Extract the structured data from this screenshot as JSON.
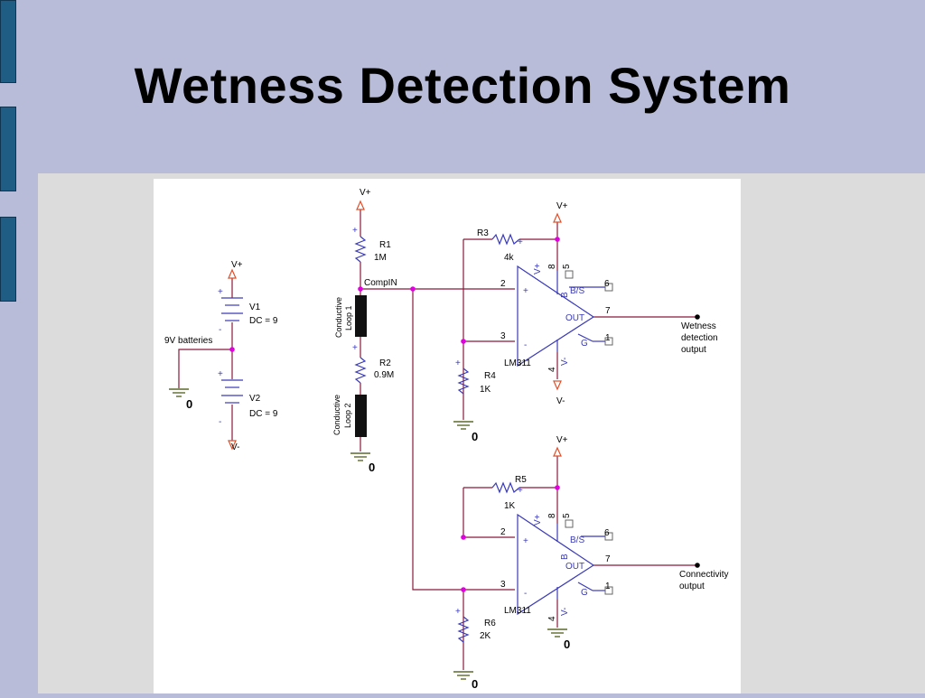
{
  "slide": {
    "title": "Wetness Detection System"
  },
  "colors": {
    "wire": "#8b1a3a",
    "part": "#3a3ab8",
    "junction": "#e000e0",
    "ground": "#5a6a2a",
    "label": "#000000"
  },
  "schematic": {
    "labels": {
      "vplus": "V+",
      "vminus": "V-",
      "plus": "+",
      "minus": "-",
      "zero": "0",
      "v1": "V1",
      "v1_dc": "DC = 9",
      "v2": "V2",
      "v2_dc": "DC = 9",
      "batteries": "9V batteries",
      "r1": "R1",
      "r1_val": "1M",
      "compin": "CompIN",
      "loop1_a": "Conductive",
      "loop1_b": "Loop 1",
      "r2": "R2",
      "r2_val": "0.9M",
      "loop2_a": "Conductive",
      "loop2_b": "Loop 2",
      "r3": "R3",
      "r3_val": "4k",
      "r4": "R4",
      "r4_val": "1K",
      "r5": "R5",
      "r5_val": "1K",
      "r6": "R6",
      "r6_val": "2K",
      "chip": "LM311",
      "bs": "B/S",
      "out": "OUT",
      "g": "G",
      "b": "B",
      "pin2": "2",
      "pin3": "3",
      "pin4": "4",
      "pin5": "5",
      "pin6": "6",
      "pin7": "7",
      "pin8": "8",
      "pin1": "1",
      "wet_a": "Wetness",
      "wet_b": "detection",
      "wet_c": "output",
      "con_a": "Connectivity",
      "con_b": "output"
    }
  }
}
